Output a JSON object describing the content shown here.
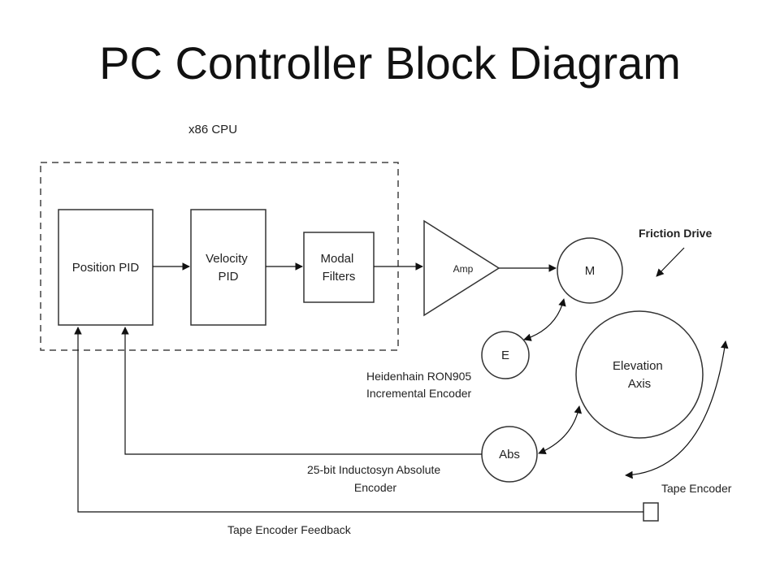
{
  "title": "PC Controller Block Diagram",
  "cpu_label": "x86 CPU",
  "blocks": {
    "position_pid": [
      "Position PID"
    ],
    "velocity_pid": [
      "Velocity",
      "PID"
    ],
    "modal_filters": [
      "Modal",
      "Filters"
    ],
    "amp": "Amp",
    "motor": "M",
    "encoder_e": "E",
    "elevation_axis": [
      "Elevation",
      "Axis"
    ],
    "abs": "Abs"
  },
  "annotations": {
    "friction_drive": "Friction Drive",
    "heidenhain": [
      "Heidenhain RON905",
      "Incremental Encoder"
    ],
    "inductosyn": [
      "25-bit Inductosyn Absolute",
      "Encoder"
    ],
    "tape_encoder": "Tape Encoder",
    "tape_feedback": "Tape Encoder Feedback"
  }
}
